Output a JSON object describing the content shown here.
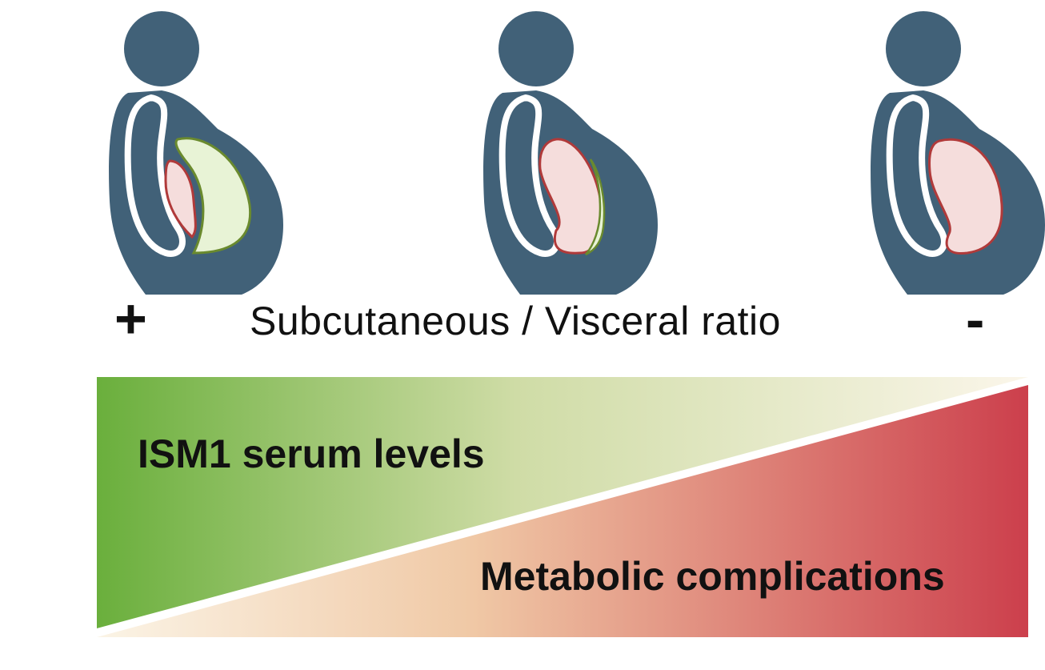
{
  "figures": [
    {
      "label": "figure-high-subcutaneous",
      "subcutaneous_share": "large",
      "visceral_share": "small"
    },
    {
      "label": "figure-medium-ratio",
      "subcutaneous_share": "thin",
      "visceral_share": "large"
    },
    {
      "label": "figure-low-subcutaneous",
      "subcutaneous_share": "none",
      "visceral_share": "large"
    }
  ],
  "ratio_axis": {
    "plus": "+",
    "label": "Subcutaneous / Visceral ratio",
    "minus": "-"
  },
  "gradient": {
    "top_label": "ISM1 serum levels",
    "bottom_label": "Metabolic complications"
  },
  "colors": {
    "body": "#416178",
    "subcutaneous_fill": "#e8f3d6",
    "subcutaneous_stroke": "#6a8a2e",
    "visceral_fill": "#f5dddc",
    "visceral_stroke": "#b03a3a",
    "green": "#6aaf3c",
    "cream": "#f6efdd",
    "red": "#cc3f4c"
  }
}
